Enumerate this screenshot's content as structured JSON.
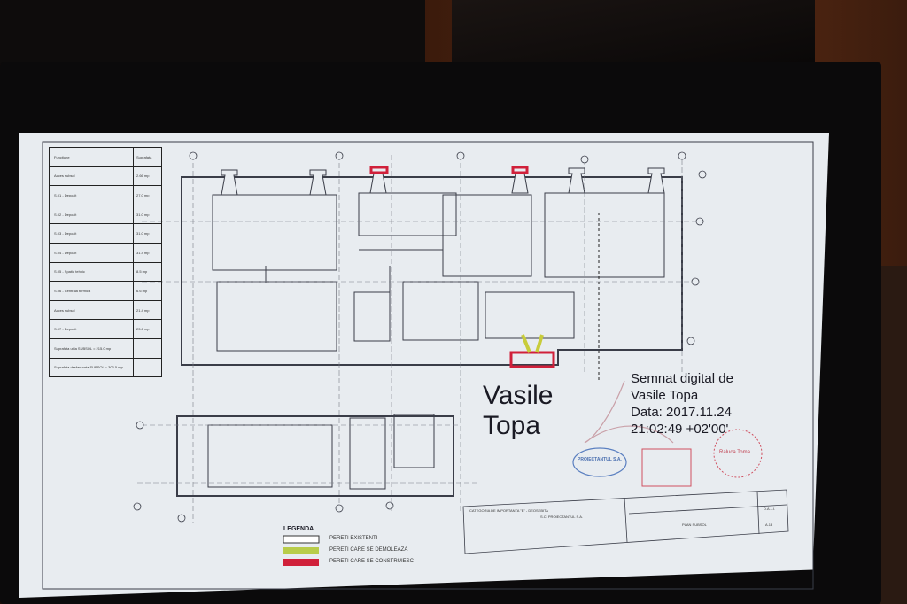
{
  "document": {
    "room_table": {
      "header": [
        "Functiune",
        "Suprafata"
      ],
      "rows": [
        [
          "Acces subsol",
          "2.66 mp"
        ],
        [
          "S.01 - Depozit",
          "27.0 mp"
        ],
        [
          "S.02 - Depozit",
          "31.0 mp"
        ],
        [
          "S.03 - Depozit",
          "31.0 mp"
        ],
        [
          "S.04 - Depozit",
          "31.4 mp"
        ],
        [
          "S.05 - Spatiu tehnic",
          "8.5 mp"
        ],
        [
          "S.06 - Centrala termica",
          "6.6 mp"
        ],
        [
          "Acces subsol",
          "21.4 mp"
        ],
        [
          "S.07 - Depozit",
          "23.6 mp"
        ],
        [
          "Suprafata utila SUBSOL = 215.0 mp",
          ""
        ],
        [
          "Suprafata desfasurata SUBSOL = 303.5 mp",
          ""
        ]
      ]
    },
    "signature_name": [
      "Vasile",
      "Topa"
    ],
    "digital_signature": [
      "Semnat digital de",
      "Vasile Topa",
      "Data: 2017.11.24",
      "21:02:49 +02'00'"
    ],
    "stamps": [
      "PROIECTANTUL S.A.",
      "Raluca Toma"
    ],
    "legend": {
      "title": "LEGENDA",
      "items": [
        {
          "label": "PERETI EXISTENTI",
          "color": "#ffffff"
        },
        {
          "label": "PERETI CARE SE DEMOLEAZA",
          "color": "#b8cc4a"
        },
        {
          "label": "PERETI CARE SE CONSTRUIESC",
          "color": "#d0203a"
        }
      ]
    },
    "title_block": {
      "category": "CATEGORIA DE IMPORTANTA \"B\" - DEOSEBITA",
      "company": "S.C. PROIECTANTUL S.A.",
      "drawing": "PLAN SUBSOL",
      "phase": "D.A.L.I.",
      "sheet": "A.13"
    }
  },
  "colors": {
    "paper": "#e8ecf0",
    "line": "#33363f",
    "new_wall": "#d0203a",
    "demolish": "#c8cc3a"
  }
}
